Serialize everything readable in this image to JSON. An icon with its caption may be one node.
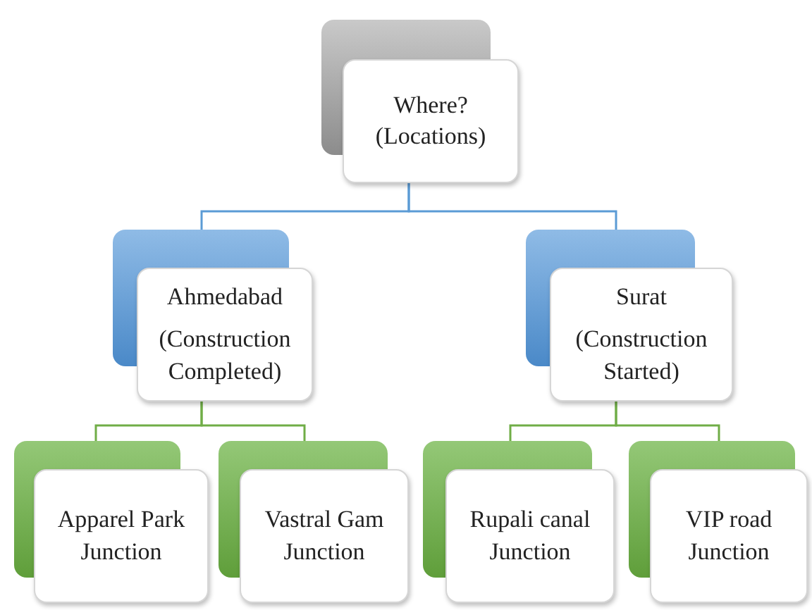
{
  "diagram": {
    "nodes": [
      {
        "text": [
          "Where? (Locations)"
        ]
      },
      {
        "text": [
          "Ahmedabad",
          "(Construction Completed)"
        ]
      },
      {
        "text": [
          "Surat",
          "(Construction Started)"
        ]
      },
      {
        "text": [
          "Apparel Park Junction"
        ]
      },
      {
        "text": [
          "Vastral Gam Junction"
        ]
      },
      {
        "text": [
          "Rupali canal Junction"
        ]
      },
      {
        "text": [
          "VIP road Junction"
        ]
      }
    ],
    "edges": [
      {
        "from": 0,
        "to": 1,
        "arrow": "none",
        "color": "#5b9bd5"
      },
      {
        "from": 0,
        "to": 2,
        "arrow": "none",
        "color": "#5b9bd5"
      },
      {
        "from": 1,
        "to": 3,
        "arrow": "none"
      },
      {
        "from": 1,
        "to": 4,
        "arrow": "none"
      },
      {
        "from": 2,
        "to": 5,
        "arrow": "none"
      },
      {
        "from": 2,
        "to": 6,
        "arrow": "none"
      }
    ]
  }
}
